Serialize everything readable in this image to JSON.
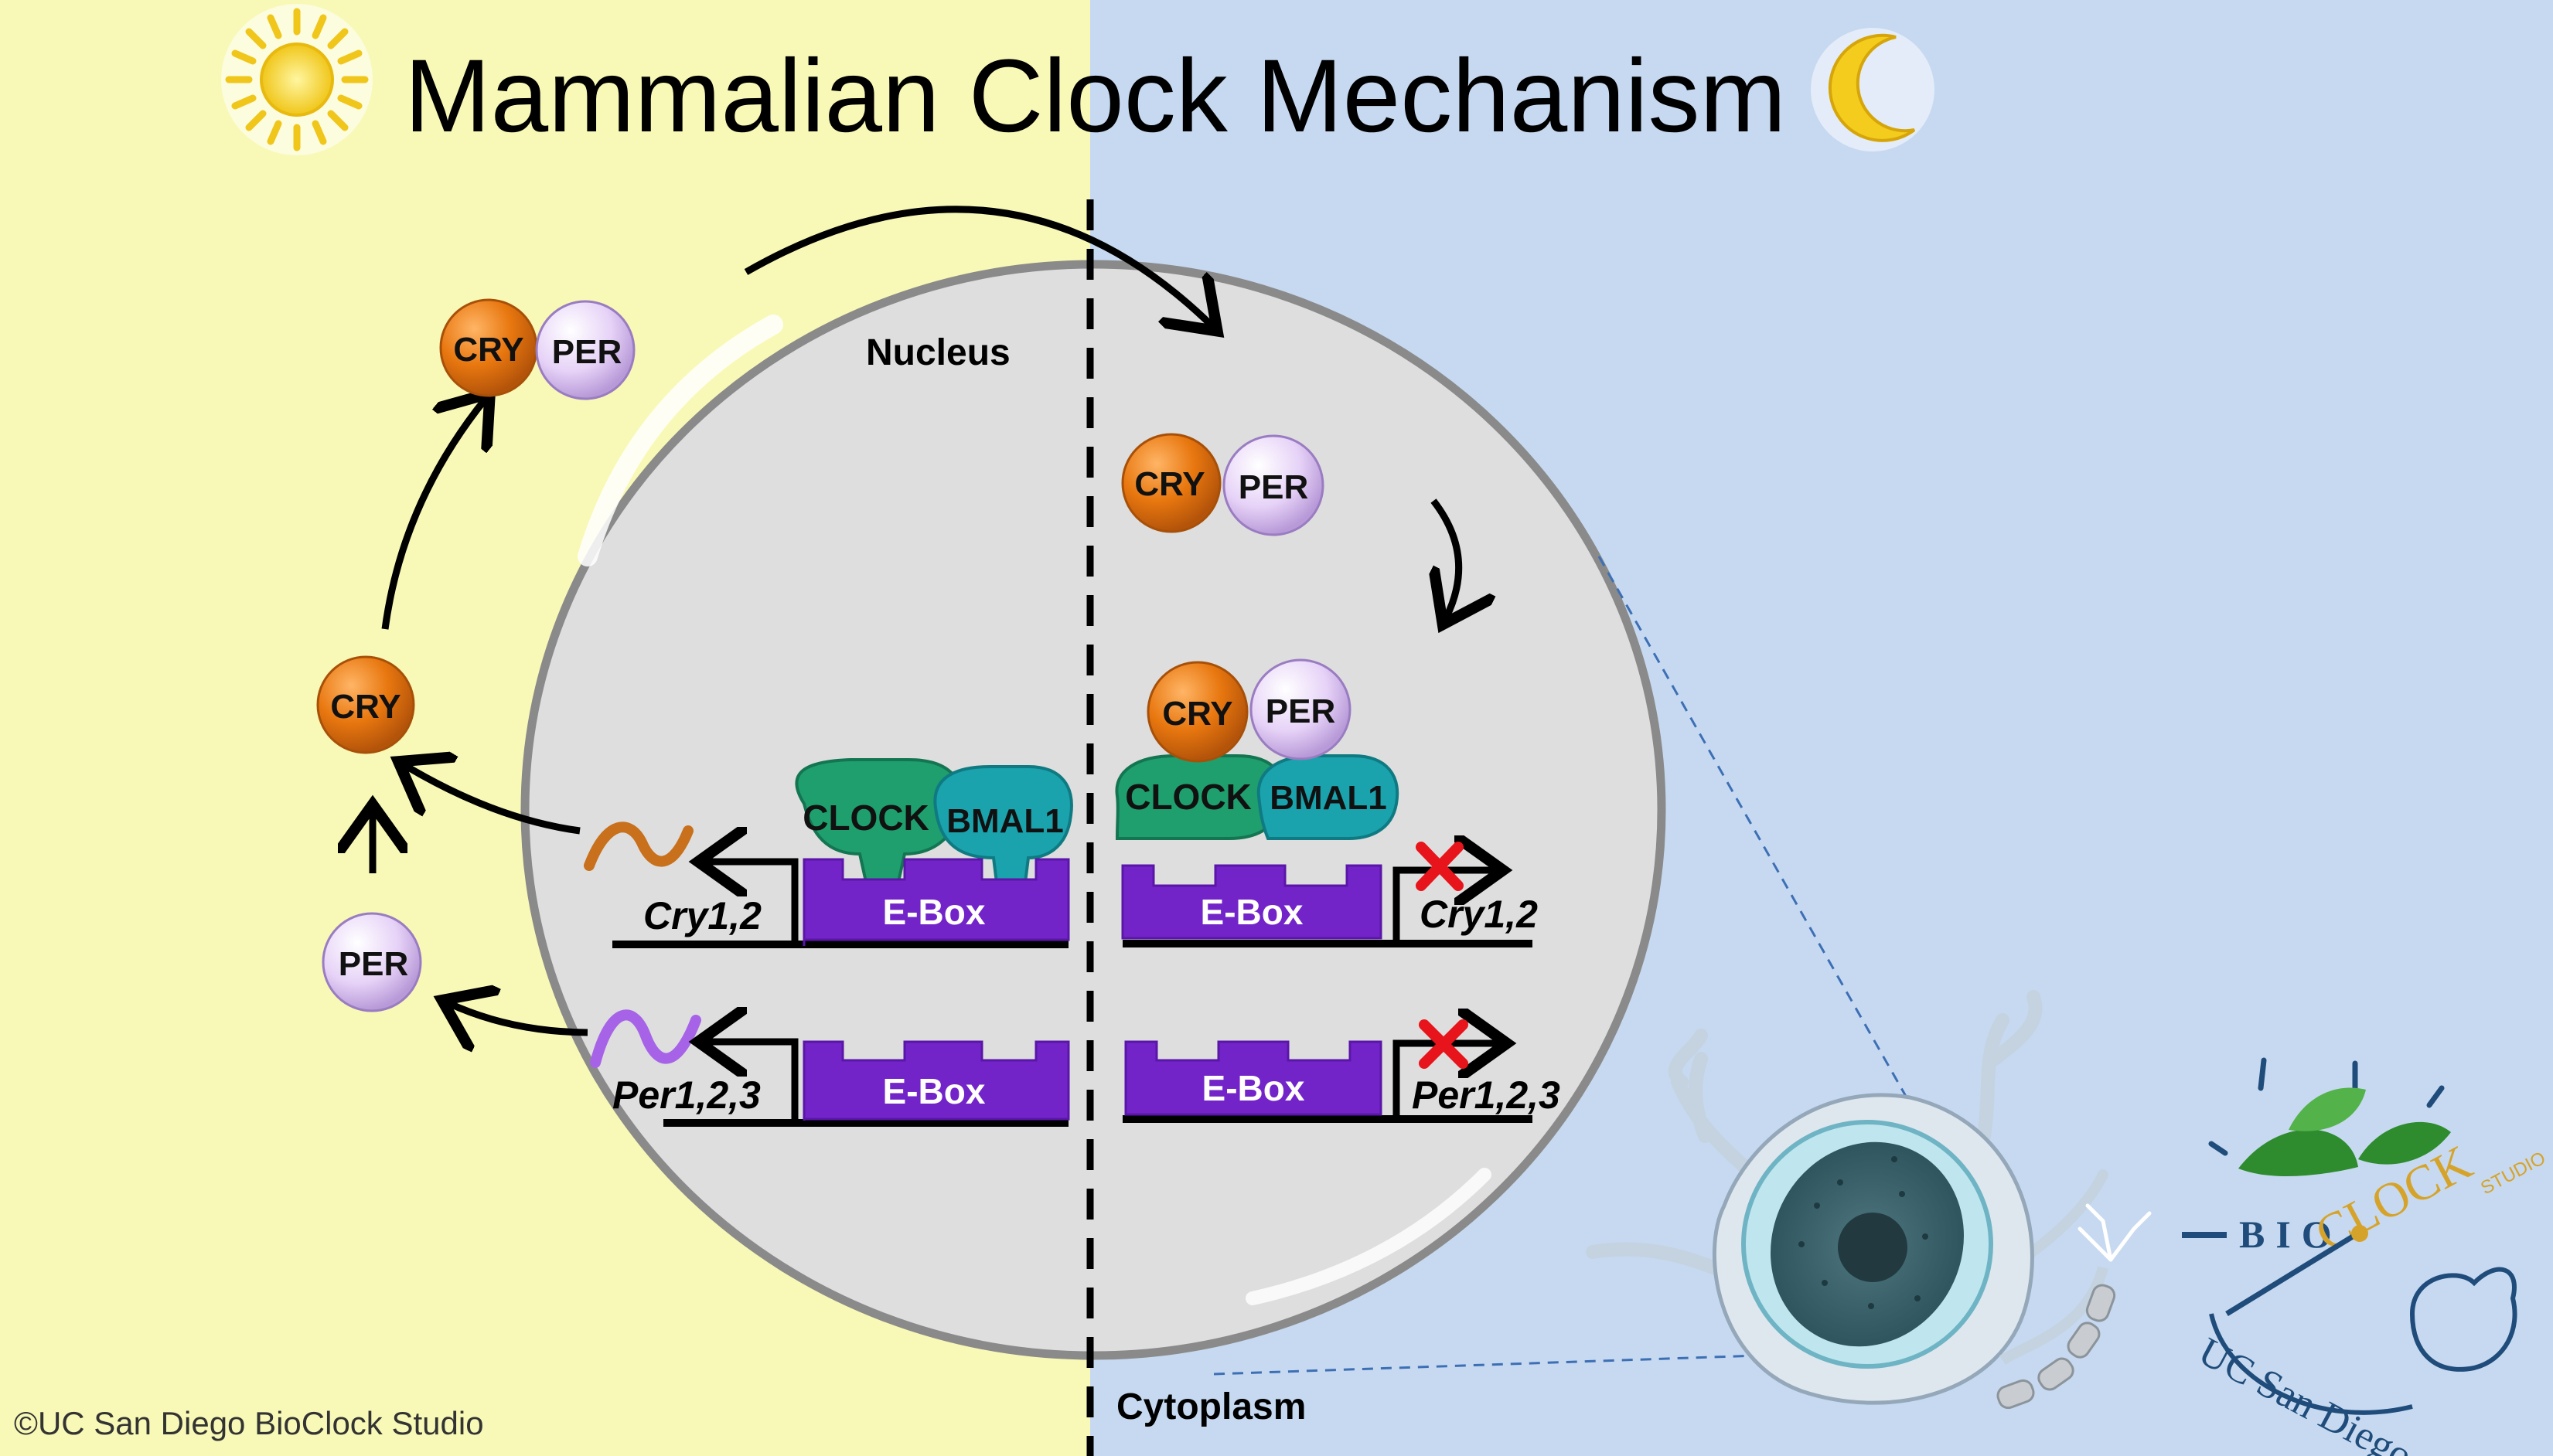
{
  "title": "Mammalian Clock Mechanism",
  "labels": {
    "nucleus": "Nucleus",
    "cytoplasm": "Cytoplasm"
  },
  "proteins": {
    "cry": "CRY",
    "per": "PER",
    "clock": "CLOCK",
    "bmal1": "BMAL1"
  },
  "genes": {
    "cry": "Cry1,2",
    "per": "Per1,2,3"
  },
  "ebox": "E-Box",
  "copyright": "©UC San Diego BioClock Studio",
  "logo": {
    "bio": "BIO",
    "clock": "CLOCK",
    "studio": "STUDIO",
    "ucsd": "UC San Diego"
  },
  "colors": {
    "day_background": "#f8f9b6",
    "night_background": "#c6d9f0",
    "cry": "#e8770f",
    "per": "#e6d2f7",
    "clock": "#1f9e6e",
    "bmal1": "#1aa3ad",
    "ebox": "#7324c9",
    "cry_mrna": "#c8701c",
    "per_mrna": "#a763e8",
    "repression_x": "#e8141c",
    "nucleus_fill": "#dedede"
  }
}
